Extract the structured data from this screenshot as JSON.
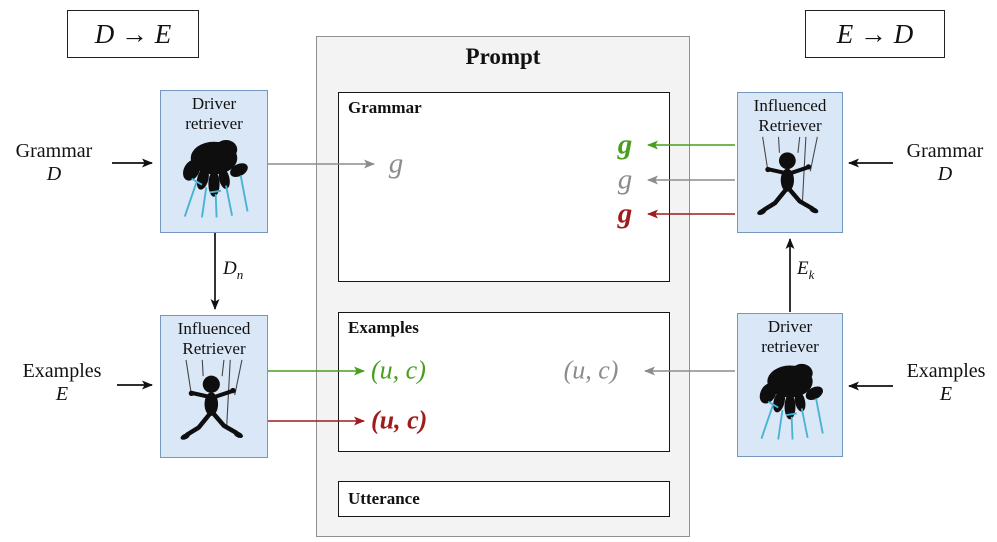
{
  "colors": {
    "green": "#4a9e1e",
    "red": "#9e1b1e",
    "gray": "#8c8c8c",
    "black": "#111111",
    "box_fill": "#d9e7f7",
    "box_border": "#7597bd",
    "panel_fill": "#f3f3f3",
    "panel_border": "#909090",
    "string_cyan": "#49b3d3"
  },
  "mode_labels": {
    "left": "D → E",
    "right": "E → D"
  },
  "prompt": {
    "title": "Prompt",
    "grammar_label": "Grammar",
    "examples_label": "Examples",
    "utterance_label": "Utterance"
  },
  "retrievers": {
    "left_driver": {
      "line1": "Driver",
      "line2": "retriever",
      "icon": "puppeteer-hand-icon"
    },
    "left_influenced": {
      "line1": "Influenced",
      "line2": "Retriever",
      "icon": "marionette-icon"
    },
    "right_influenced": {
      "line1": "Influenced",
      "line2": "Retriever",
      "icon": "marionette-icon"
    },
    "right_driver": {
      "line1": "Driver",
      "line2": "retriever",
      "icon": "puppeteer-hand-icon"
    }
  },
  "inputs": {
    "left_grammar": {
      "line1": "Grammar",
      "line2": "D"
    },
    "left_examples": {
      "line1": "Examples",
      "line2": "E"
    },
    "right_grammar": {
      "line1": "Grammar",
      "line2": "D"
    },
    "right_examples": {
      "line1": "Examples",
      "line2": "E"
    }
  },
  "edge_labels": {
    "dn": {
      "base": "D",
      "sub": "n"
    },
    "ek": {
      "base": "E",
      "sub": "k"
    }
  },
  "prompt_content": {
    "grammar": {
      "left_item": {
        "text": "g",
        "color": "gray"
      },
      "right_items": [
        {
          "text": "g",
          "color": "green"
        },
        {
          "text": "g",
          "color": "gray"
        },
        {
          "text": "g",
          "color": "red"
        }
      ]
    },
    "examples": {
      "left_items": [
        {
          "text": "(u, c)",
          "color": "green"
        },
        {
          "text": "(u, c)",
          "color": "red"
        }
      ],
      "right_item": {
        "text": "(u, c)",
        "color": "gray"
      }
    }
  }
}
